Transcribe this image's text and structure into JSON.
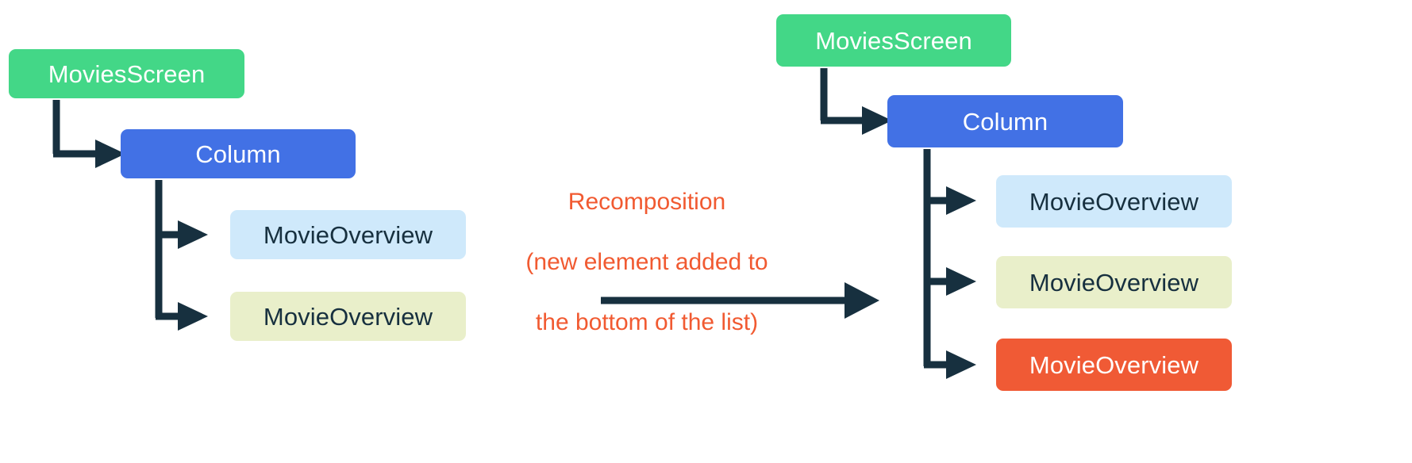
{
  "diagram": {
    "title": "Compose recomposition diagram",
    "colors": {
      "screen_green": "#43D787",
      "column_blue": "#4271E5",
      "overview_light_blue": "#CFE9FB",
      "overview_light_yellow": "#E9EFCA",
      "overview_orange": "#F05A35",
      "connector_dark": "#17303F",
      "caption_orange": "#F15A31",
      "text_dark": "#17303F",
      "text_light": "#FFFFFF",
      "background": "#FFFFFF"
    },
    "before": {
      "label": "before-recomposition-tree",
      "nodes": [
        {
          "id": "movies-screen",
          "label": "MoviesScreen",
          "variant": "screen"
        },
        {
          "id": "column",
          "label": "Column",
          "variant": "column"
        },
        {
          "id": "movie-overview-1",
          "label": "MovieOverview",
          "variant": "overview-blue"
        },
        {
          "id": "movie-overview-2",
          "label": "MovieOverview",
          "variant": "overview-yellow"
        }
      ]
    },
    "transition": {
      "caption_line_1": "Recomposition",
      "caption_line_2": "(new element added to",
      "caption_line_3": "the bottom of the list)",
      "caption_full": "Recomposition\n(new element added to\nthe bottom of the list)",
      "arrow": "right-arrow"
    },
    "after": {
      "label": "after-recomposition-tree",
      "nodes": [
        {
          "id": "movies-screen",
          "label": "MoviesScreen",
          "variant": "screen"
        },
        {
          "id": "column",
          "label": "Column",
          "variant": "column"
        },
        {
          "id": "movie-overview-1",
          "label": "MovieOverview",
          "variant": "overview-blue"
        },
        {
          "id": "movie-overview-2",
          "label": "MovieOverview",
          "variant": "overview-yellow"
        },
        {
          "id": "movie-overview-3",
          "label": "MovieOverview",
          "variant": "overview-orange"
        }
      ]
    }
  }
}
